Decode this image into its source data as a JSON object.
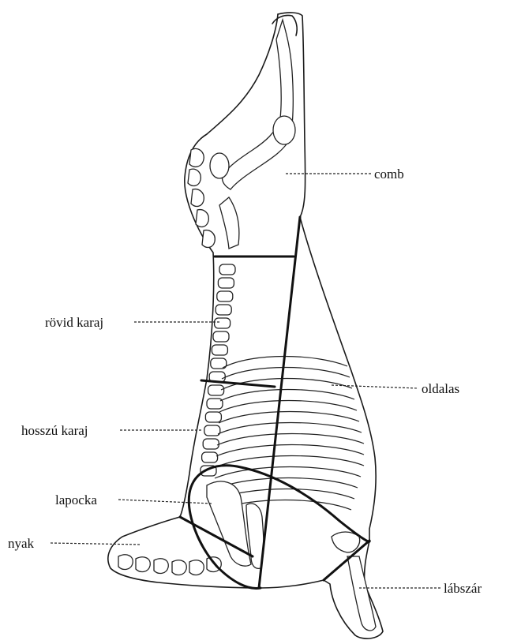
{
  "labels": {
    "comb": "comb",
    "rovid_karaj": "rövid karaj",
    "oldalas": "oldalas",
    "hosszu_karaj": "hosszú karaj",
    "lapocka": "lapocka",
    "nyak": "nyak",
    "labszar": "lábszár"
  }
}
